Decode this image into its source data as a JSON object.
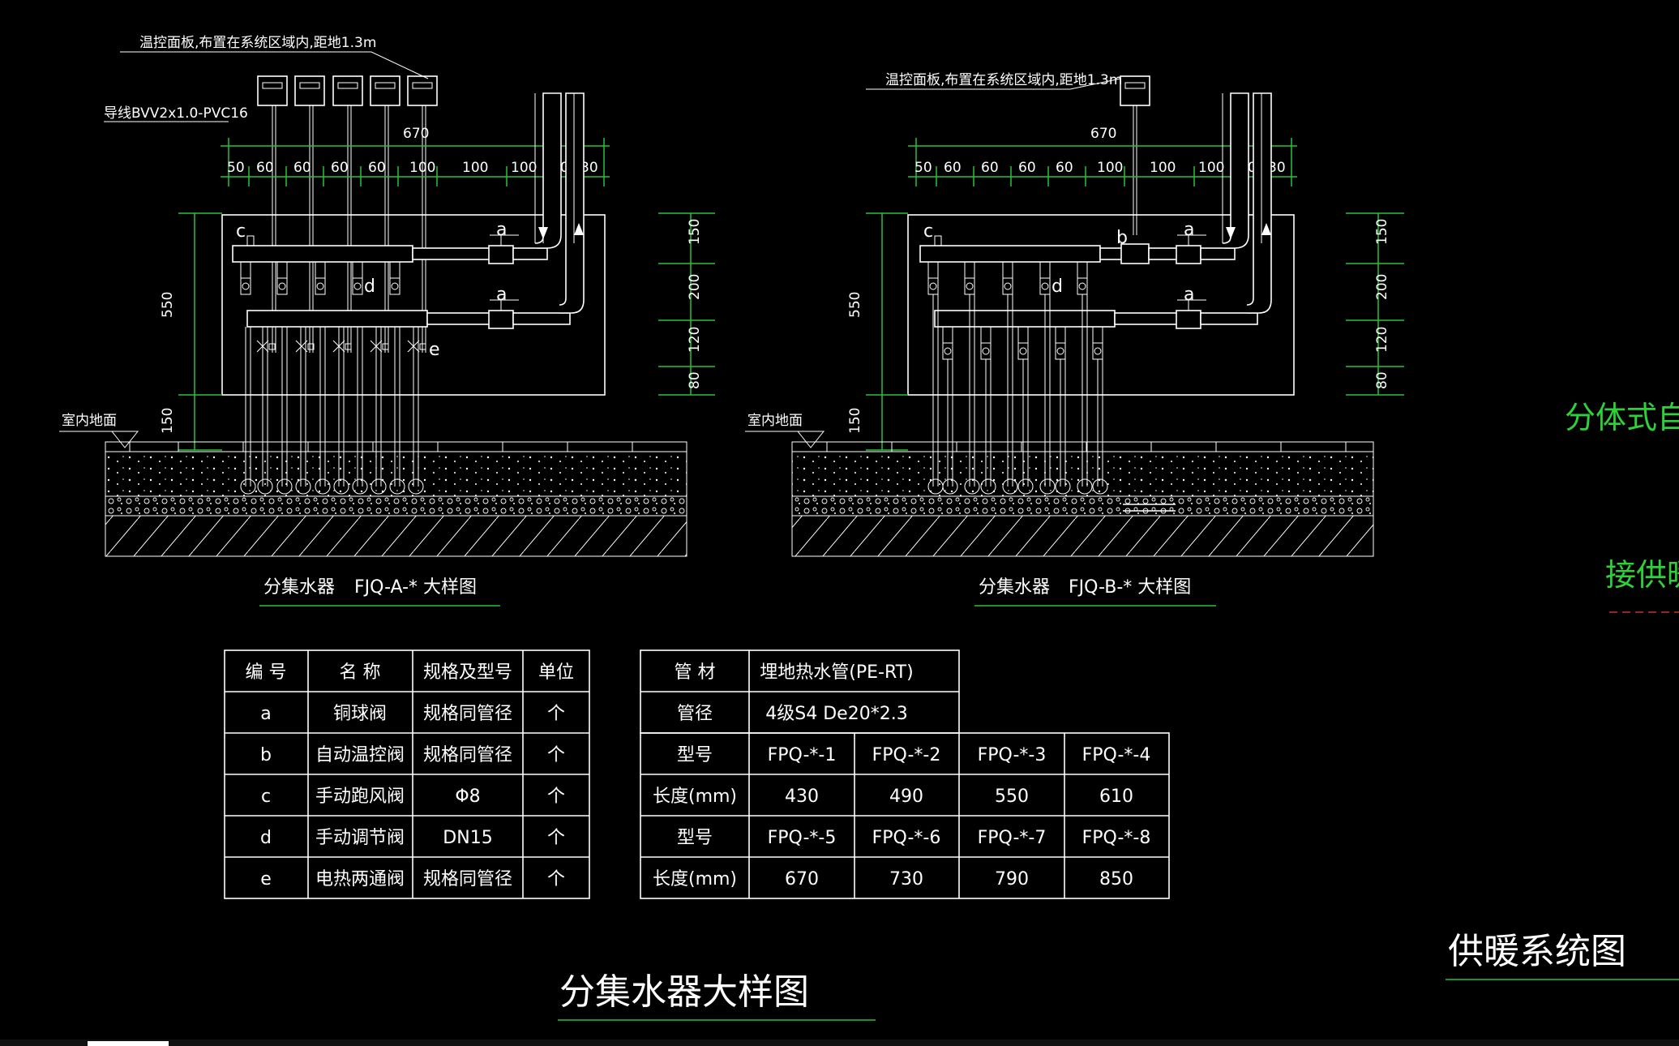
{
  "thermostat_note_a": "温控面板,布置在系统区域内,距地1.3m",
  "thermostat_note_b": "温控面板,布置在系统区域内,距地1.3m",
  "wire_note": "导线BVV2x1.0-PVC16",
  "floor_label": "室内地面",
  "dimensions": {
    "total_width": "670",
    "segments": [
      "50",
      "60",
      "60",
      "60",
      "60",
      "100",
      "100",
      "100",
      "50",
      "30"
    ],
    "vertical_left": [
      "550",
      "150"
    ],
    "vertical_right": [
      "150",
      "200",
      "120",
      "80"
    ]
  },
  "valve_letters": {
    "a": "a",
    "b": "b",
    "c": "c",
    "d": "d",
    "e": "e"
  },
  "caption_a": {
    "name": "分集水器",
    "code": "FJQ-A-* 大样图"
  },
  "caption_b": {
    "name": "分集水器",
    "code": "FJQ-B-* 大样图"
  },
  "parts_table": {
    "headers": [
      "编 号",
      "名 称",
      "规格及型号",
      "单位"
    ],
    "rows": [
      [
        "a",
        "铜球阀",
        "规格同管径",
        "个"
      ],
      [
        "b",
        "自动温控阀",
        "规格同管径",
        "个"
      ],
      [
        "c",
        "手动跑风阀",
        "Φ8",
        "个"
      ],
      [
        "d",
        "手动调节阀",
        "DN15",
        "个"
      ],
      [
        "e",
        "电热两通阀",
        "规格同管径",
        "个"
      ]
    ]
  },
  "pipe_table": {
    "material_label": "管 材",
    "material_value": "埋地热水管(PE-RT)",
    "diameter_label": "管径",
    "diameter_value": "4级S4 De20*2.3",
    "model_label": "型号",
    "length_label": "长度(mm)",
    "models_1": [
      "FPQ-*-1",
      "FPQ-*-2",
      "FPQ-*-3",
      "FPQ-*-4"
    ],
    "lengths_1": [
      "430",
      "490",
      "550",
      "610"
    ],
    "models_2": [
      "FPQ-*-5",
      "FPQ-*-6",
      "FPQ-*-7",
      "FPQ-*-8"
    ],
    "lengths_2": [
      "670",
      "730",
      "790",
      "850"
    ]
  },
  "main_title": "分集水器大样图",
  "side_title": "供暖系统图",
  "side_green_1": "分体式自动温",
  "side_green_2": "接供暖干"
}
